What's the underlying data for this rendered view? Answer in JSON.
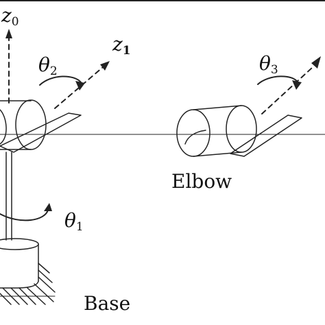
{
  "labels": {
    "z0_main": "z",
    "z0_sub": "0",
    "z1_main": "z",
    "z1_sub": "1",
    "theta2_main": "θ",
    "theta2_sub": "2",
    "theta3_main": "θ",
    "theta3_sub": "3",
    "theta1_main": "θ",
    "theta1_sub": "1",
    "elbow": "Elbow",
    "base": "Base"
  },
  "colors": {
    "stroke": "#222222",
    "background": "#ffffff"
  }
}
